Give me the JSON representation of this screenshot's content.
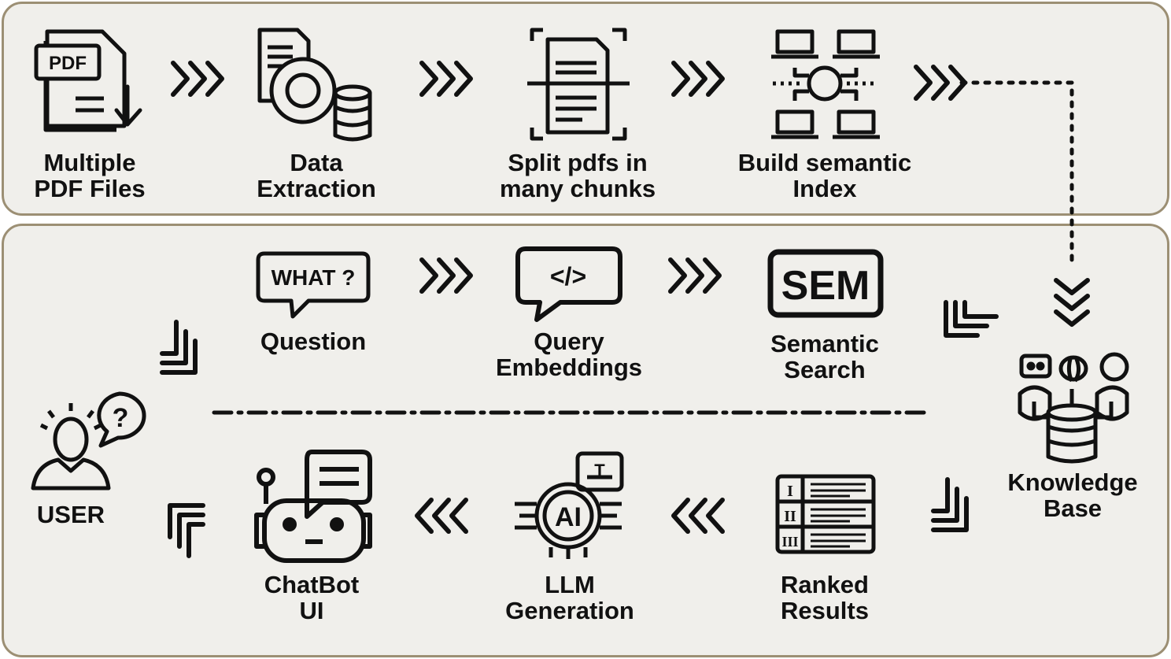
{
  "pipeline": {
    "ingestion": {
      "steps": [
        {
          "line1": "Multiple",
          "line2": "PDF Files",
          "icon": "pdf-files-icon"
        },
        {
          "line1": "Data",
          "line2": "Extraction",
          "icon": "data-extraction-icon"
        },
        {
          "line1": "Split pdfs in",
          "line2": "many chunks",
          "icon": "document-scan-icon"
        },
        {
          "line1": "Build semantic",
          "line2": "Index",
          "icon": "network-index-icon"
        }
      ]
    },
    "query": {
      "steps": [
        {
          "line1": "Question",
          "icon": "question-bubble-icon"
        },
        {
          "line1": "Query",
          "line2": "Embeddings",
          "icon": "code-bubble-icon"
        },
        {
          "line1": "Semantic",
          "line2": "Search",
          "icon": "sem-icon",
          "icon_text": "SEM"
        }
      ]
    },
    "knowledge_base": {
      "line1": "Knowledge",
      "line2": "Base",
      "icon": "knowledge-base-icon"
    },
    "answer": {
      "steps": [
        {
          "line1": "Ranked",
          "line2": "Results",
          "icon": "ranked-list-icon",
          "rank_labels": [
            "I",
            "II",
            "III"
          ]
        },
        {
          "line1": "LLM",
          "line2": "Generation",
          "icon": "ai-chip-icon",
          "icon_text": "AI"
        },
        {
          "line1": "ChatBot",
          "line2": "UI",
          "icon": "chatbot-icon"
        }
      ]
    },
    "user": {
      "label": "USER",
      "icon": "user-question-icon"
    },
    "icon_texts": {
      "question": "WHAT ?",
      "code": "</>",
      "doc_tag": "PDF",
      "chip_tag": "T"
    },
    "colors": {
      "panel_fill": "#f0efeb",
      "panel_border": "#9c8f74",
      "ink": "#111111"
    }
  }
}
